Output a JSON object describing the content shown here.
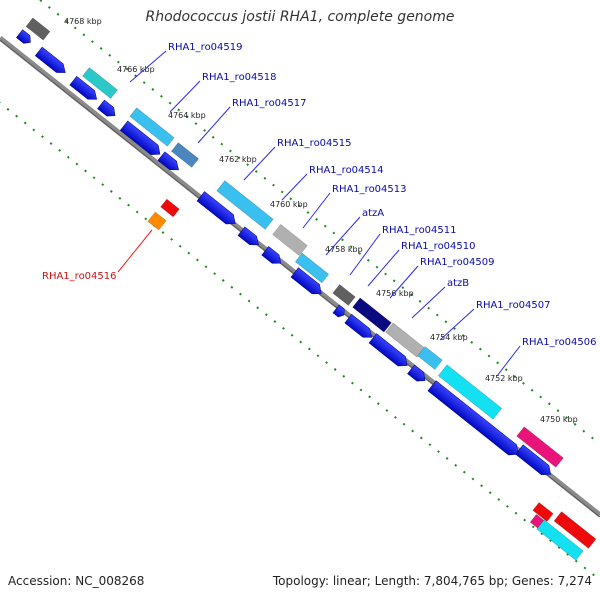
{
  "title": "Rhodococcus jostii RHA1, complete genome",
  "footer": {
    "accession": "Accession: NC_008268",
    "summary": "Topology: linear; Length: 7,804,765 bp; Genes: 7,274"
  },
  "ticks": [
    "4768 kbp",
    "4766 kbp",
    "4764 kbp",
    "4762 kbp",
    "4760 kbp",
    "4758 kbp",
    "4756 kbp",
    "4754 kbp",
    "4752 kbp",
    "4750 kbp"
  ],
  "genes_upper": [
    "RHA1_ro04519",
    "RHA1_ro04518",
    "RHA1_ro04517",
    "RHA1_ro04515",
    "RHA1_ro04514",
    "RHA1_ro04513",
    "atzA",
    "RHA1_ro04511",
    "RHA1_ro04510",
    "RHA1_ro04509",
    "atzB",
    "RHA1_ro04507",
    "RHA1_ro04506"
  ],
  "genes_lower": [
    "RHA1_ro04516"
  ],
  "colors": {
    "backbone": "#7a7a7a",
    "dots": "#1a8a1a",
    "cds": "#0a14e6",
    "label_blue": "#0a0aaa",
    "label_red": "#c81414",
    "teal": "#2ac8c8",
    "sky": "#39c0ee",
    "cyan": "#13e0f0",
    "gray": "#b0b0b0",
    "dark": "#606060",
    "navy": "#0a0a80",
    "pink": "#e8147a",
    "red": "#ee0a0a",
    "orange": "#ff8a00"
  }
}
